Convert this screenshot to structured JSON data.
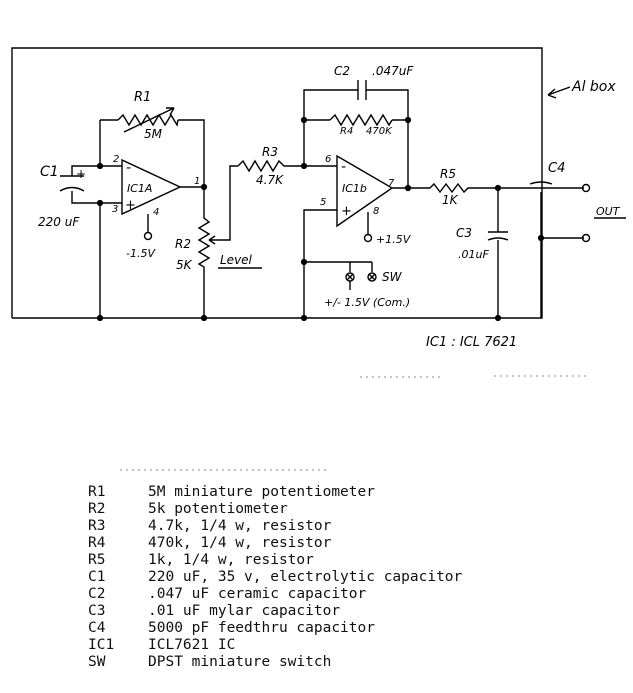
{
  "labels": {
    "r1": "R1",
    "r1_value": "5M",
    "c1": "C1",
    "c1_value": "220 uF",
    "ic1a": "IC1A",
    "ic1a_pins": [
      "2",
      "3",
      "4",
      "1"
    ],
    "ic1a_supply": "-1.5V",
    "r2": "R2",
    "r2_value": "5K",
    "level": "Level",
    "r3": "R3",
    "r3_value": "4.7K",
    "c2": "C2",
    "c2_value": ".047uF",
    "r4": "R4",
    "r4_value": "470K",
    "ic1b": "IC1b",
    "ic1b_pins": [
      "6",
      "5",
      "8",
      "7"
    ],
    "ic1b_supply": "+1.5V",
    "r5": "R5",
    "r5_value": "1K",
    "c3": "C3",
    "c3_value": ".01uF",
    "c4": "C4",
    "al_box": "Al box",
    "out": "OUT",
    "sw": "SW",
    "battery_note": "+/- 1.5V (Com.)",
    "ic_note": "IC1 : ICL 7621",
    "opamp_minus": "-",
    "opamp_plus": "+",
    "c1_plus": "+"
  },
  "parts_list": [
    {
      "ref": "R1",
      "desc": "5M miniature potentiometer"
    },
    {
      "ref": "R2",
      "desc": "5k potentiometer"
    },
    {
      "ref": "R3",
      "desc": "4.7k, 1/4 w, resistor"
    },
    {
      "ref": "R4",
      "desc": "470k, 1/4 w, resistor"
    },
    {
      "ref": "R5",
      "desc": "1k, 1/4 w, resistor"
    },
    {
      "ref": "C1",
      "desc": "220 uF, 35 v, electrolytic capacitor"
    },
    {
      "ref": "C2",
      "desc": ".047 uF ceramic capacitor"
    },
    {
      "ref": "C3",
      "desc": ".01 uF mylar capacitor"
    },
    {
      "ref": "C4",
      "desc": "5000 pF feedthru capacitor"
    },
    {
      "ref": "IC1",
      "desc": "ICL7621 IC"
    },
    {
      "ref": "SW",
      "desc": "DPST miniature switch"
    }
  ]
}
